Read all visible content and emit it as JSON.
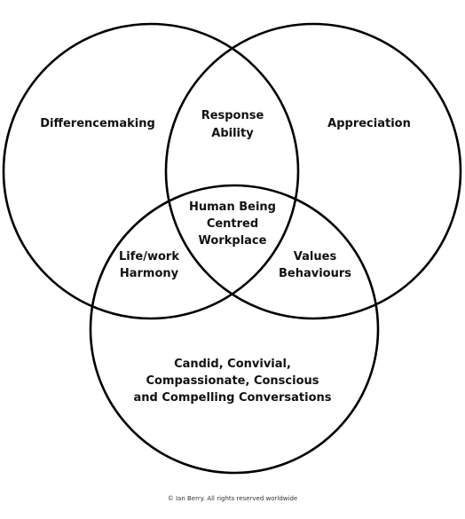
{
  "diagram": {
    "labels": {
      "differencemaking": "Differencemaking",
      "appreciation": "Appreciation",
      "response": {
        "line1": "Response",
        "line2": "Ability"
      },
      "center": {
        "line1": "Human Being",
        "line2": "Centred",
        "line3": "Workplace"
      },
      "lifework": {
        "line1": "Life/work",
        "line2": "Harmony"
      },
      "values": {
        "line1": "Values",
        "line2": "Behaviours"
      },
      "conversations": {
        "line1": "Candid, Convivial,",
        "line2": "Compassionate, Conscious",
        "line3": "and Compelling Conversations"
      }
    },
    "copyright": "© Ian Berry. All rights reserved worldwide",
    "colors": {
      "stroke": "#000000",
      "text": "#111111",
      "background": "#ffffff"
    }
  }
}
